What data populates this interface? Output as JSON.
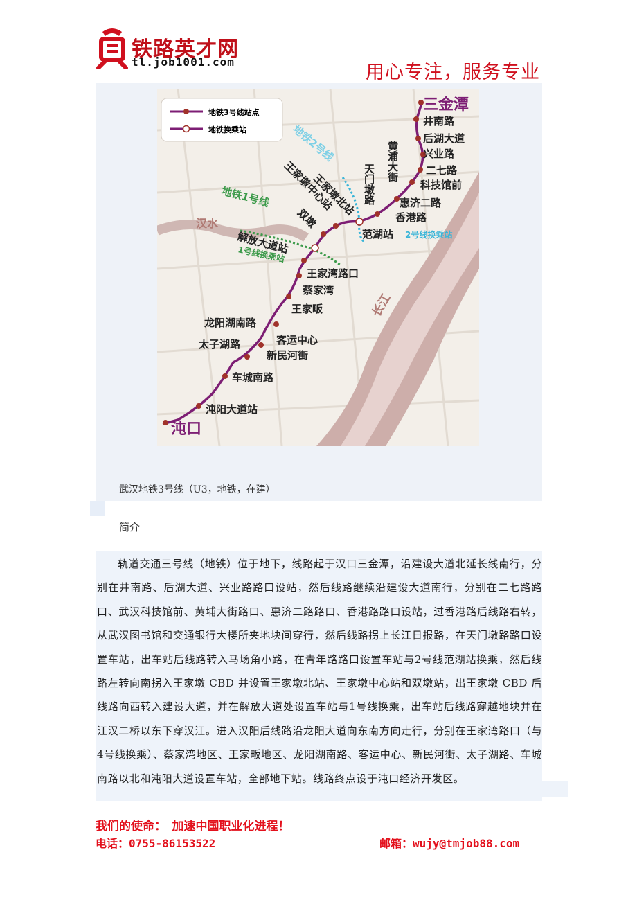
{
  "header": {
    "logo_text": "铁路英才网",
    "logo_url": "tl.job1001.com",
    "slogan": "用心专注，服务专业"
  },
  "map": {
    "legend": {
      "stop_label": "地铁3号线站点",
      "transfer_label": "地铁换乘站"
    },
    "rivers": [
      "汉水",
      "长江"
    ],
    "lines": {
      "line1": "地铁1号线",
      "line2": "地铁2号线"
    },
    "transfer_notes": {
      "line1_transfer": "1号线换乘站",
      "line2_transfer": "2号线换乘站"
    },
    "terminals": {
      "north": "三金潭",
      "south": "沌口"
    },
    "stations": [
      "井南路",
      "后湖大道",
      "兴业路",
      "二七路",
      "科技馆前",
      "黄浦大街",
      "惠济二路",
      "香港路",
      "天门墩路",
      "范湖站",
      "王家墩北站",
      "王家墩中心站",
      "双墩",
      "解放大道站",
      "王家湾路口",
      "蔡家湾",
      "王家畈",
      "龙阳湖南路",
      "客运中心",
      "太子湖路",
      "新民河街",
      "车城南路",
      "沌阳大道站"
    ],
    "colors": {
      "line3": "#7d1e74",
      "line1": "#3c9a4a",
      "line2": "#3ab5d8",
      "station_dot": "#a0322a",
      "river": "#c9a8a6"
    }
  },
  "caption": "武汉地铁3号线（U3，地铁，在建）",
  "section_title": "简介",
  "body": "轨道交通三号线（地铁）位于地下，线路起于汉口三金潭，沿建设大道北延长线南行，分别在井南路、后湖大道、兴业路路口设站，然后线路继续沿建设大道南行，分别在二七路路口、武汉科技馆前、黄埔大街路口、惠济二路路口、香港路路口设站，过香港路后线路右转，从武汉图书馆和交通银行大楼所夹地块间穿行，然后线路拐上长江日报路，在天门墩路路口设置车站，出车站后线路转入马场角小路，在青年路路口设置车站与2号线范湖站换乘，然后线路左转向南拐入王家墩 CBD 并设置王家墩北站、王家墩中心站和双墩站，出王家墩 CBD 后线路向西转入建设大道，并在解放大道处设置车站与1号线换乘，出车站后线路穿越地块并在江汉二桥以东下穿汉江。进入汉阳后线路沿龙阳大道向东南方向走行，分别在王家湾路口（与4号线换乘）、蔡家湾地区、王家畈地区、龙阳湖南路、客运中心、新民河街、太子湖路、车城南路以北和沌阳大道设置车站，全部地下站。线路终点设于沌口经济开发区。",
  "footer": {
    "mission": "我们的使命：　加速中国职业化进程！",
    "phone": "电话：0755-86153522",
    "email": "邮箱：wujy@tmjob88.com"
  }
}
